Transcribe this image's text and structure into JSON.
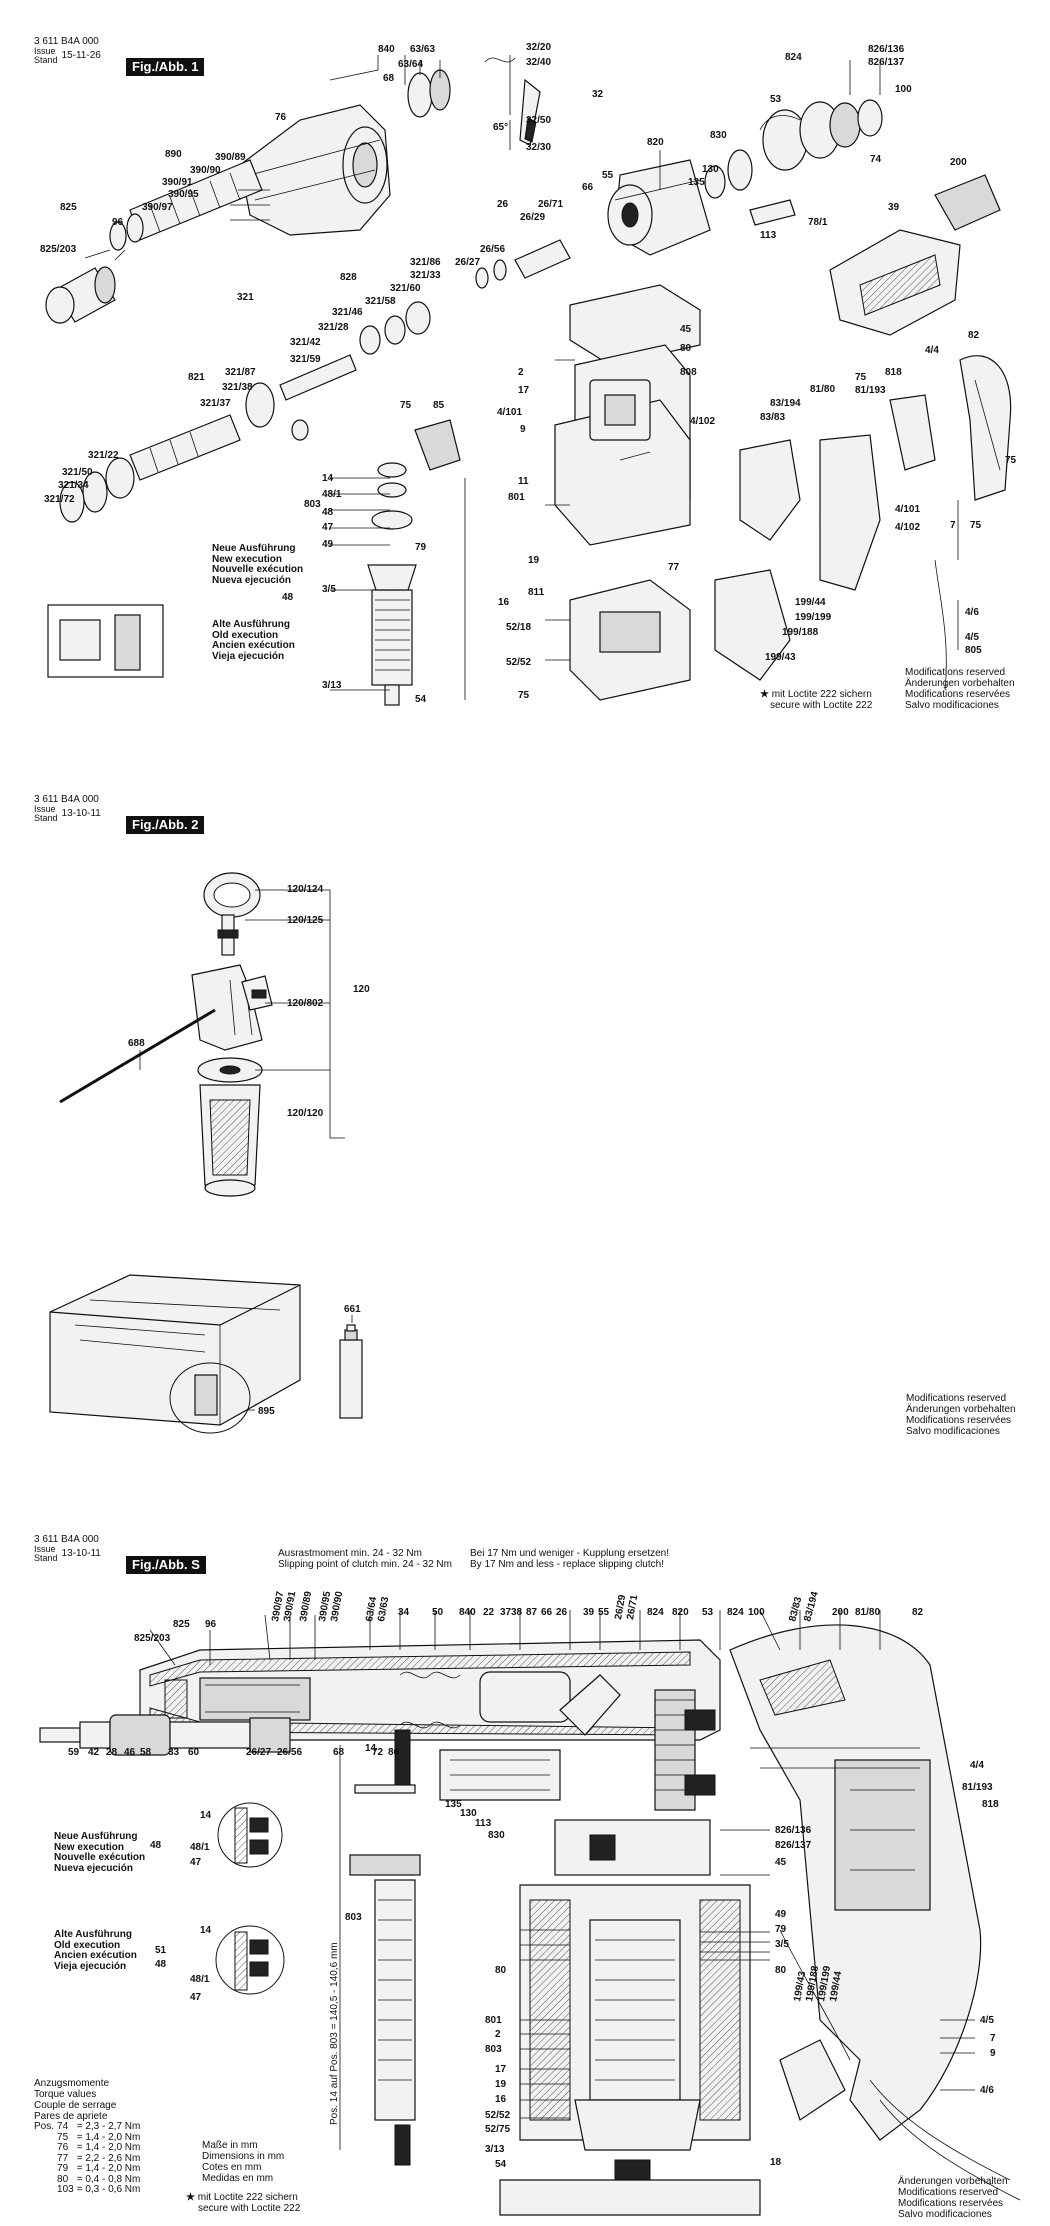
{
  "sheets": [
    {
      "drawing_no": "3 611 B4A 000",
      "issue_label": "Issue\nStand",
      "issue_date": "15-11-26",
      "fig_label": "Fig./Abb. 1",
      "legend_new": [
        "Neue Ausführung",
        "New execution",
        "Nouvelle exécution",
        "Nueva ejecución"
      ],
      "legend_old": [
        "Alte Ausführung",
        "Old execution",
        "Ancien exécution",
        "Vieja ejecución"
      ],
      "loctite_note": [
        "mit Loctite 222 sichern",
        "secure with Loctite 222"
      ],
      "modifications": [
        "Modifications reserved",
        "Änderungen vorbehalten",
        "Modifications reservées",
        "Salvo modificaciones"
      ]
    },
    {
      "drawing_no": "3 611 B4A 000",
      "issue_label": "Issue\nStand",
      "issue_date": "13-10-11",
      "fig_label": "Fig./Abb. 2",
      "modifications": [
        "Modifications reserved",
        "Änderungen vorbehalten",
        "Modifications reservées",
        "Salvo modificaciones"
      ]
    },
    {
      "drawing_no": "3 611 B4A 000",
      "issue_label": "Issue\nStand",
      "issue_date": "13-10-11",
      "fig_label": "Fig./Abb. S",
      "slip_torque_de": "Ausrastmoment min. 24 - 32 Nm",
      "slip_torque_en": "Slipping point of clutch min. 24 - 32 Nm",
      "clutch_note_de": "Bei 17 Nm und weniger - Kupplung ersetzen!",
      "clutch_note_en": "By 17 Nm and less - replace slipping clutch!",
      "legend_new": [
        "Neue Ausführung",
        "New execution",
        "Nouvelle exécution",
        "Nueva ejecución"
      ],
      "legend_old": [
        "Alte Ausführung",
        "Old execution",
        "Ancien exécution",
        "Vieja ejecución"
      ],
      "torque_title": [
        "Anzugsmomente",
        "Torque values",
        "Couple de serrage",
        "Pares de apriete"
      ],
      "torque_pos_label": "Pos.",
      "torque_rows": [
        [
          "74",
          "= 2,3 - 2,7 Nm"
        ],
        [
          "75",
          "= 1,4 - 2,0 Nm"
        ],
        [
          "76",
          "= 1,4 - 2,0 Nm"
        ],
        [
          "77",
          "= 2,2 - 2,6 Nm"
        ],
        [
          "79",
          "= 1,4 - 2,0 Nm"
        ],
        [
          "80",
          "= 0,4 - 0,8 Nm"
        ],
        [
          "103",
          "= 0,3 - 0,6 Nm"
        ]
      ],
      "dimensions": [
        "Maße in mm",
        "Dimensions in mm",
        "Cotes en mm",
        "Medidas en mm"
      ],
      "loctite_note": [
        "mit Loctite 222 sichern",
        "secure with Loctite 222"
      ],
      "vertical_dim": "Pos. 14 auf Pos. 803 = 140,5 - 140,6 mm",
      "modifications": [
        "Änderungen vorbehalten",
        "Modifications reserved",
        "Modifications reservées",
        "Salvo modificaciones"
      ]
    }
  ],
  "fig1_labels": {
    "left": [
      "840",
      "63/63",
      "63/64",
      "68",
      "76",
      "890",
      "390/89",
      "390/90",
      "390/91",
      "390/95",
      "390/97",
      "96",
      "825",
      "825/203",
      "321",
      "828",
      "321/86",
      "321/33",
      "321/60",
      "321/58",
      "321/46",
      "321/28",
      "321/42",
      "321/59",
      "821",
      "321/87",
      "321/38",
      "321/37",
      "321/22",
      "321/50",
      "321/34",
      "321/72"
    ],
    "mid": [
      "32/20",
      "32/40",
      "32",
      "65°",
      "32/50",
      "32/30",
      "820",
      "55",
      "66",
      "26",
      "26/71",
      "26/29",
      "26/56",
      "26/27",
      "45",
      "80",
      "808",
      "2",
      "17",
      "4/101",
      "4/102",
      "9",
      "11",
      "801",
      "77",
      "19",
      "16",
      "811",
      "52/18",
      "52/52",
      "75",
      "75",
      "85",
      "14",
      "803",
      "48/1",
      "48",
      "47",
      "49",
      "79",
      "3/5",
      "3/13",
      "54",
      "48"
    ],
    "right": [
      "824",
      "826/136",
      "826/137",
      "53",
      "100",
      "830",
      "130",
      "135",
      "74",
      "78/1",
      "113",
      "200",
      "39",
      "82",
      "4/4",
      "818",
      "83/194",
      "81/80",
      "75",
      "81/193",
      "83/83",
      "75",
      "4/101",
      "4/102",
      "7",
      "75",
      "4/6",
      "4/5",
      "805",
      "199/44",
      "199/199",
      "199/188",
      "199/43"
    ]
  },
  "fig2_labels": [
    "120/124",
    "120/125",
    "120/802",
    "120",
    "688",
    "120/120",
    "661",
    "895"
  ],
  "fig3_labels": {
    "top": [
      "825",
      "96",
      "825/203",
      "390/97",
      "390/91",
      "390/89",
      "390/95",
      "390/90",
      "63/64",
      "63/63",
      "34",
      "50",
      "840",
      "22",
      "37",
      "38",
      "87",
      "66",
      "26",
      "39",
      "55",
      "26/29",
      "26/71",
      "824",
      "820",
      "53",
      "824",
      "100",
      "83/83",
      "83/194",
      "200",
      "81/80",
      "82"
    ],
    "left": [
      "59",
      "42",
      "28",
      "46",
      "58",
      "33",
      "60",
      "26/27",
      "26/56",
      "68",
      "72",
      "86",
      "135",
      "130",
      "113",
      "830"
    ],
    "right": [
      "4/4",
      "81/193",
      "818",
      "826/136",
      "826/137",
      "45",
      "49",
      "79",
      "3/5",
      "80",
      "199/43",
      "199/188",
      "199/199",
      "199/44",
      "4/5",
      "7",
      "9",
      "4/6",
      "18"
    ],
    "center": [
      "80",
      "801",
      "2",
      "803",
      "17",
      "19",
      "16",
      "52/52",
      "52/75",
      "3/13",
      "54"
    ],
    "inset": [
      "14",
      "803",
      "14",
      "48",
      "48/1",
      "47",
      "14",
      "51",
      "48",
      "48/1",
      "47"
    ]
  }
}
